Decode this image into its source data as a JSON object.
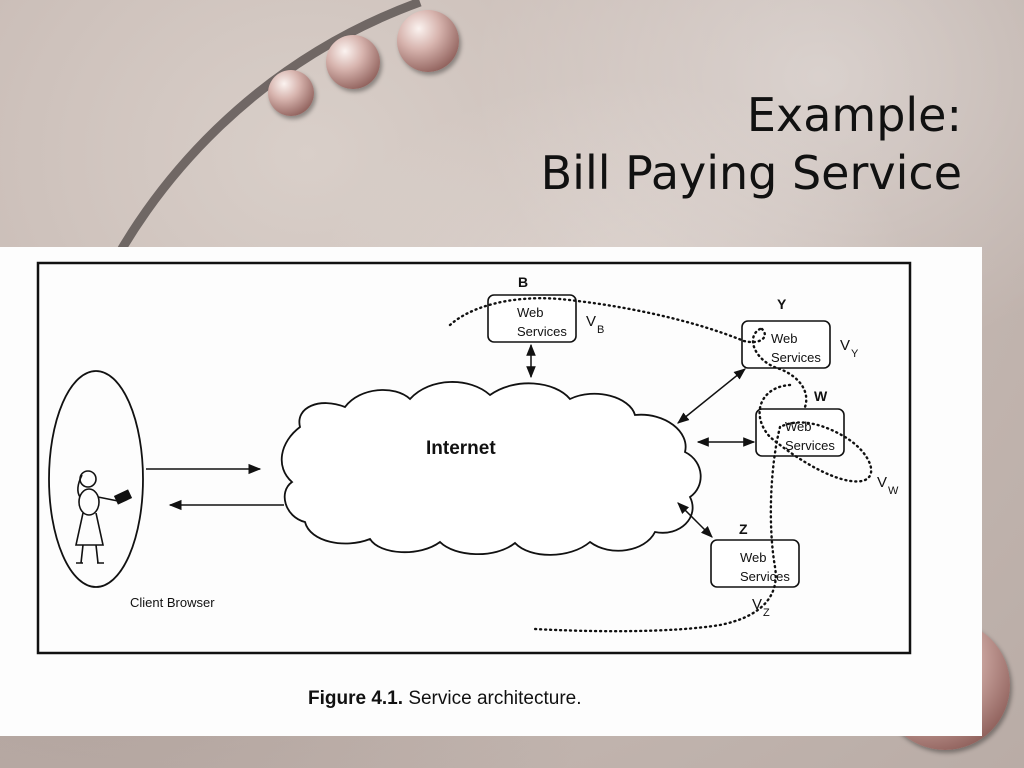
{
  "slide": {
    "title_line1": "Example:",
    "title_line2": "Bill Paying Service"
  },
  "figure": {
    "cloud_label": "Internet",
    "client_label": "Client Browser",
    "caption_prefix": "Figure 4.1.",
    "caption_text": "Service architecture.",
    "nodes": [
      {
        "id": "B",
        "letter": "B",
        "line1": "Web",
        "line2": "Services",
        "vo_main": "V",
        "vo_sub": "B"
      },
      {
        "id": "Y",
        "letter": "Y",
        "line1": "Web",
        "line2": "Services",
        "vo_main": "V",
        "vo_sub": "Y"
      },
      {
        "id": "W",
        "letter": "W",
        "line1": "Web",
        "line2": "Services",
        "vo_main": "V",
        "vo_sub": "W"
      },
      {
        "id": "Z",
        "letter": "Z",
        "line1": "Web",
        "line2": "Services",
        "vo_main": "V",
        "vo_sub": "Z"
      }
    ]
  }
}
